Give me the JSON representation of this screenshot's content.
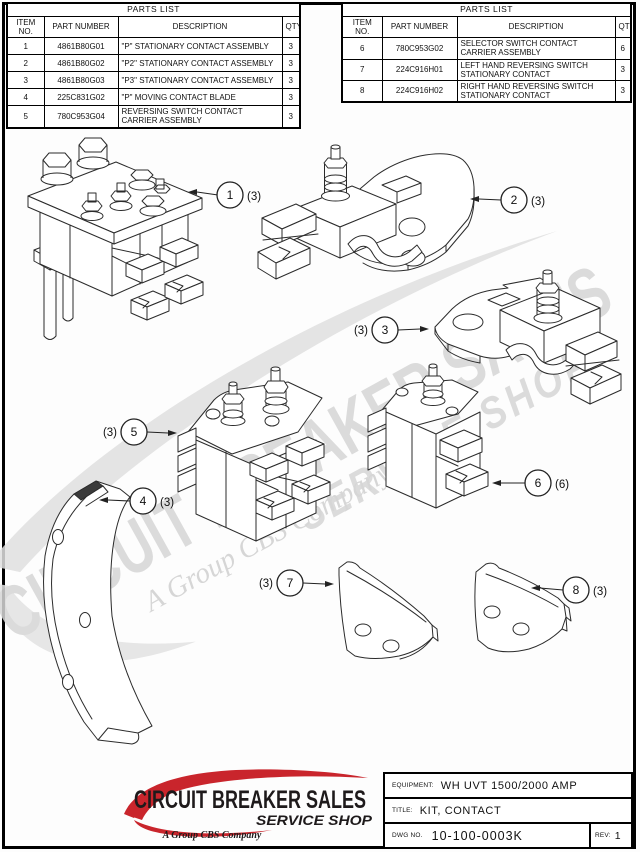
{
  "parts_lists": {
    "left": {
      "title": "PARTS LIST",
      "headers": [
        "ITEM NO.",
        "PART NUMBER",
        "DESCRIPTION",
        "QTY"
      ],
      "rows": [
        {
          "item": "1",
          "part": "4861B80G01",
          "desc": "\"P\" STATIONARY CONTACT ASSEMBLY",
          "qty": "3"
        },
        {
          "item": "2",
          "part": "4861B80G02",
          "desc": "\"P2\" STATIONARY CONTACT ASSEMBLY",
          "qty": "3"
        },
        {
          "item": "3",
          "part": "4861B80G03",
          "desc": "\"P3\" STATIONARY CONTACT ASSEMBLY",
          "qty": "3"
        },
        {
          "item": "4",
          "part": "225C831G02",
          "desc": "\"P\" MOVING CONTACT BLADE",
          "qty": "3"
        },
        {
          "item": "5",
          "part": "780C953G04",
          "desc": "REVERSING SWITCH CONTACT CARRIER ASSEMBLY",
          "qty": "3"
        }
      ]
    },
    "right": {
      "title": "PARTS LIST",
      "headers": [
        "ITEM NO.",
        "PART NUMBER",
        "DESCRIPTION",
        "QTY"
      ],
      "rows": [
        {
          "item": "6",
          "part": "780C953G02",
          "desc": "SELECTOR SWITCH CONTACT CARRIER ASSEMBLY",
          "qty": "6"
        },
        {
          "item": "7",
          "part": "224C916H01",
          "desc": "LEFT HAND REVERSING SWITCH STATIONARY CONTACT",
          "qty": "3"
        },
        {
          "item": "8",
          "part": "224C916H02",
          "desc": "RIGHT HAND REVERSING SWITCH STATIONARY CONTACT",
          "qty": "3"
        }
      ]
    }
  },
  "callouts": [
    {
      "num": "1",
      "qty": "(3)"
    },
    {
      "num": "2",
      "qty": "(3)"
    },
    {
      "num": "3",
      "qty": "(3)"
    },
    {
      "num": "4",
      "qty": "(3)"
    },
    {
      "num": "5",
      "qty": "(3)"
    },
    {
      "num": "6",
      "qty": "(6)"
    },
    {
      "num": "7",
      "qty": "(3)"
    },
    {
      "num": "8",
      "qty": "(3)"
    }
  ],
  "watermark": {
    "line1": "CIRCUIT BREAKER SALES",
    "line2": "SERVICE SHOP",
    "line3": "A Group CBS Company",
    "gray": "#d6d6d6"
  },
  "logo": {
    "line1": "CIRCUIT BREAKER SALES",
    "line2": "SERVICE SHOP",
    "line3": "A Group CBS Company",
    "red": "#c9252c"
  },
  "title_block": {
    "equipment_label": "EQUIPMENT:",
    "equipment_value": "WH UVT 1500/2000 AMP",
    "title_label": "TITLE:",
    "title_value": "KIT, CONTACT",
    "dwg_label": "DWG NO.",
    "dwg_value": "10-100-0003K",
    "rev_label": "REV:",
    "rev_value": "1"
  }
}
